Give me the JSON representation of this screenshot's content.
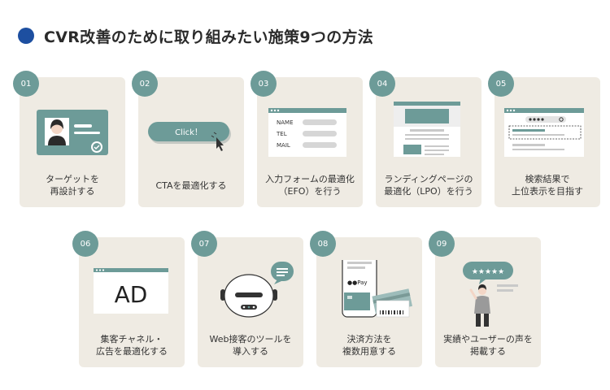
{
  "header": {
    "title": "CVR改善のために取り組みたい施策9つの方法"
  },
  "cards": [
    {
      "number": "01",
      "label_lines": [
        "ターゲットを",
        "再設計する"
      ]
    },
    {
      "number": "02",
      "label_lines": [
        "CTAを最適化する"
      ],
      "button_label": "Click！"
    },
    {
      "number": "03",
      "label_lines": [
        "入力フォームの最適化",
        "（EFO）を行う"
      ],
      "form_fields": [
        "NAME",
        "TEL",
        "MAIL"
      ]
    },
    {
      "number": "04",
      "label_lines": [
        "ランディングページの",
        "最適化（LPO）を行う"
      ]
    },
    {
      "number": "05",
      "label_lines": [
        "検索結果で",
        "上位表示を目指す"
      ]
    },
    {
      "number": "06",
      "label_lines": [
        "集客チャネル・",
        "広告を最適化する"
      ],
      "ad_text": "AD"
    },
    {
      "number": "07",
      "label_lines": [
        "Web接客のツールを",
        "導入する"
      ]
    },
    {
      "number": "08",
      "label_lines": [
        "決済方法を",
        "複数用意する"
      ],
      "pay_text": "●●Pay"
    },
    {
      "number": "09",
      "label_lines": [
        "実績やユーザーの声を",
        "掲載する"
      ]
    }
  ],
  "colors": {
    "accent_teal": "#6d9b98",
    "title_dot": "#1d4fa0",
    "card_bg": "#efebe3"
  }
}
